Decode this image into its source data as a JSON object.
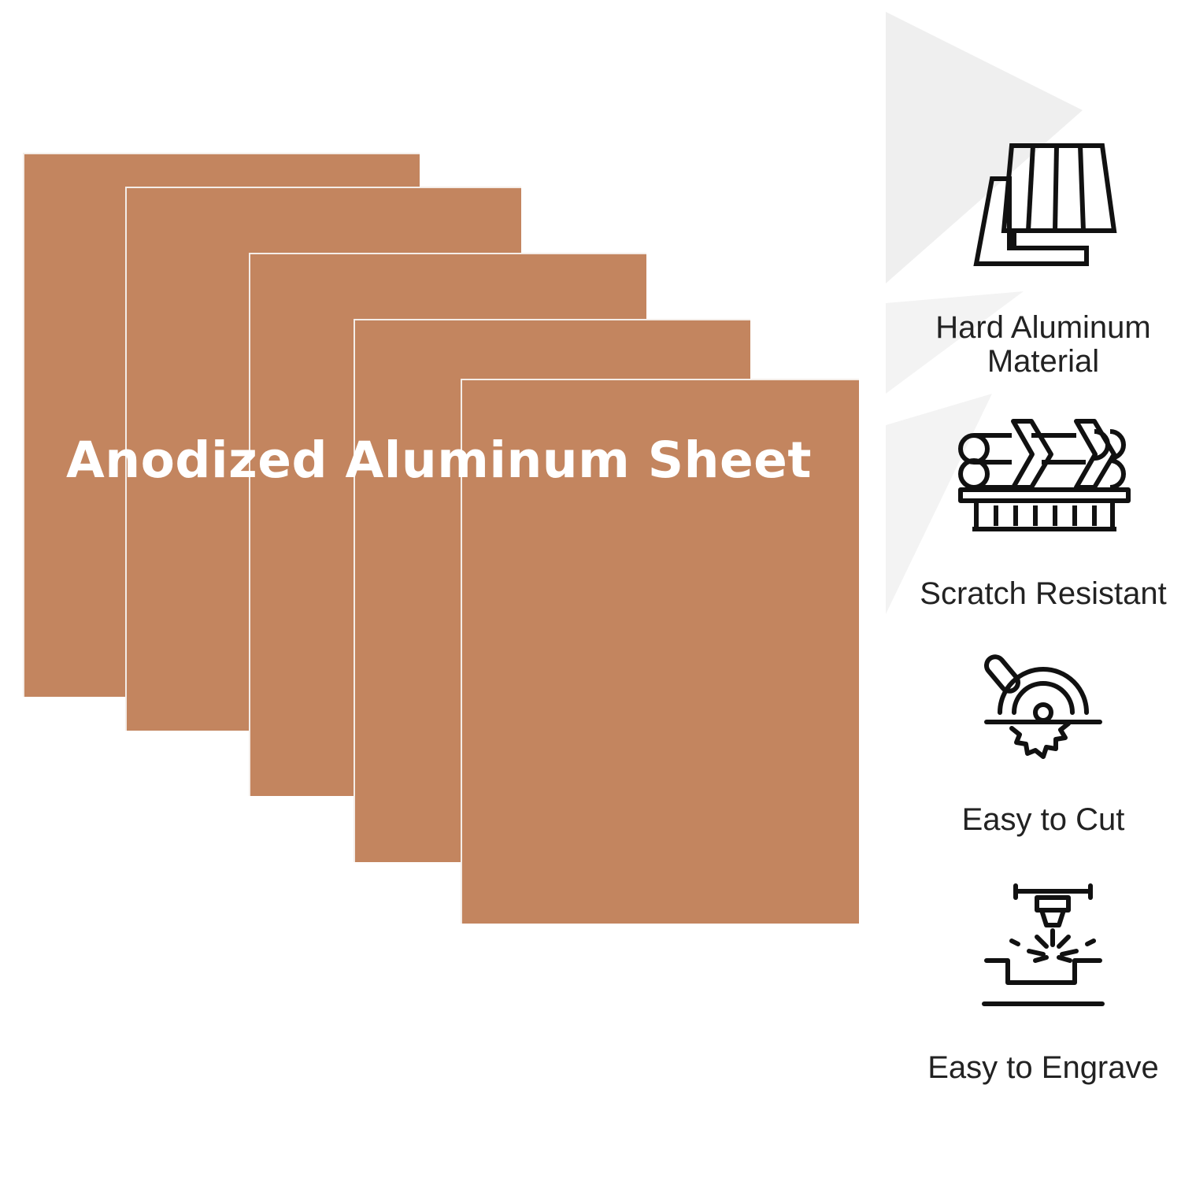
{
  "headline": "Anodized Aluminum Sheet",
  "sheet_color": "#c3855f",
  "icon_color": "#111111",
  "features": [
    {
      "label_line1": "Hard Aluminum",
      "label_line2": "Material",
      "icon": "planks-icon"
    },
    {
      "label_line1": "Scratch Resistant",
      "icon": "logs-on-cart-icon"
    },
    {
      "label_line1": "Easy to Cut",
      "icon": "circular-saw-icon"
    },
    {
      "label_line1": "Easy to Engrave",
      "icon": "laser-engraver-icon"
    }
  ]
}
